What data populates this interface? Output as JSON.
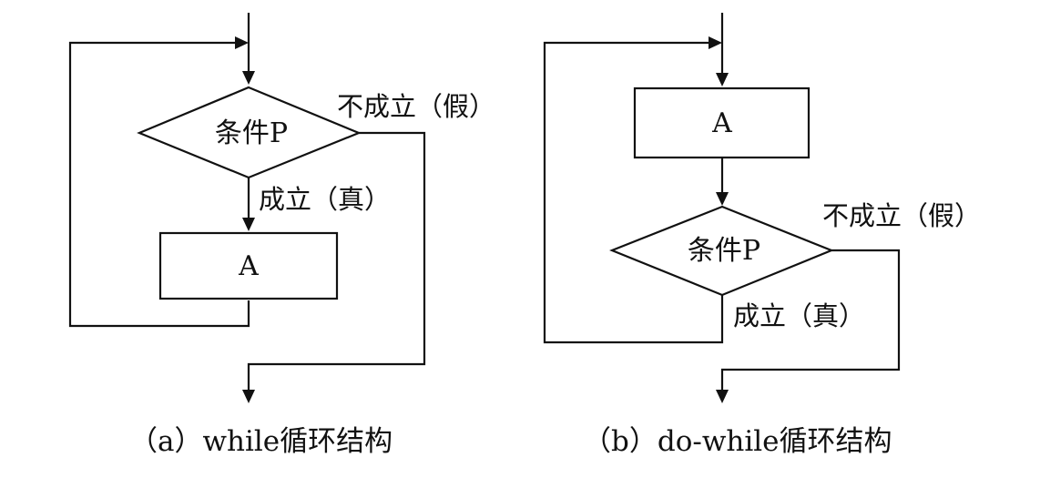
{
  "diagram_a": {
    "condition": "条件P",
    "action": "A",
    "true_label": "成立（真）",
    "false_label": "不成立（假）",
    "caption": "（a）while循环结构"
  },
  "diagram_b": {
    "condition": "条件P",
    "action": "A",
    "true_label": "成立（真）",
    "false_label": "不成立（假）",
    "caption": "（b）do-while循环结构"
  }
}
